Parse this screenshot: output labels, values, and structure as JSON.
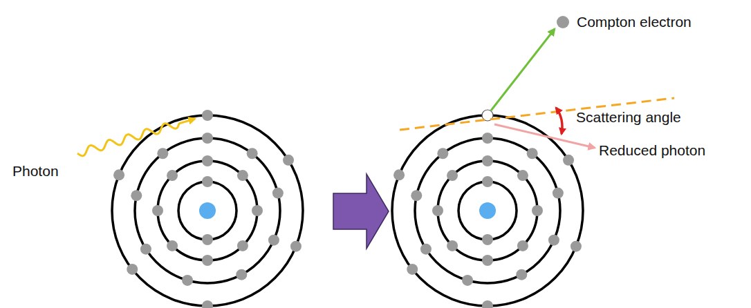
{
  "diagram": {
    "labels": [
      "Photon",
      "Compton electron",
      "Scattering angle",
      "Reduced photon"
    ]
  }
}
